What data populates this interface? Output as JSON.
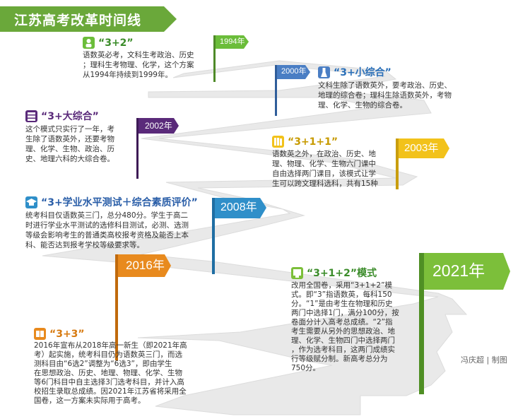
{
  "title": "江苏高考改革时间线",
  "colors": {
    "title_banner": "#6aa83a",
    "road": "#e6e6e6",
    "flag_1994": "#6bbd3a",
    "flag_2000": "#4a7ec4",
    "flag_2002": "#5a2a7a",
    "flag_2003": "#f2c21b",
    "flag_2008": "#2f8fc9",
    "flag_2016": "#e88a1e",
    "flag_2021": "#7cbf3a",
    "entry_green": "#3b8c2a",
    "entry_blue": "#2a6fb8",
    "entry_purple": "#5a2a7a",
    "entry_gold": "#c79a00",
    "entry_navy": "#2a5ea8",
    "entry_orange": "#d77a10"
  },
  "flags": [
    {
      "year": "1994年"
    },
    {
      "year": "2000年"
    },
    {
      "year": "2002年"
    },
    {
      "year": "2003年"
    },
    {
      "year": "2008年"
    },
    {
      "year": "2016年"
    },
    {
      "year": "2021年"
    }
  ],
  "entries": [
    {
      "icon": "person-icon",
      "title": "“3+2”",
      "lines": [
        "语数英必考，文科生考政治、历史",
        "；理科生考物理、化学，这个方案",
        "从1994年持续到1999年。"
      ]
    },
    {
      "icon": "flask-icon",
      "title": "“3+小综合”",
      "lines": [
        "文科生除了语数英外，要考政治、历史、",
        "地理的综合卷；理科生除语数英外，考物",
        "理、化学、生物的综合卷。"
      ]
    },
    {
      "icon": "stack-icon",
      "title": "“3+大综合”",
      "lines": [
        "这个模式只实行了一年，考",
        "生除了语数英外，还要考物",
        "理、化学、生物、政治、历",
        "史、地理六科的大综合卷。"
      ]
    },
    {
      "icon": "books-icon",
      "title": "“3+1+1”",
      "lines": [
        "语数英之外，在政治、历史、地",
        "理、物理、化学、生物六门课中",
        "自由选择两门课目，该模式让学",
        "生可以跨文理科选科，共有15种"
      ]
    },
    {
      "icon": "graduation-cap-icon",
      "title": "“3+学业水平测试＋综合素质评价”",
      "lines": [
        "统考科目仅语数英三门，总分480分。学生于高二",
        "时进行学业水平测试的选修科目测试，必测、选测",
        "等级会影响考生的普通类高校报考资格及能否上本",
        "科、能否达到报考学校等级要求等。"
      ]
    },
    {
      "icon": "book-icon",
      "title": "“3+3”",
      "lines": [
        "2016年宣布从2018年高一新生（即2021年高",
        "考）起实施，统考科目仍为语数英三门，而选",
        "测科目由“6选2”调整为“6选3”，即由学生",
        "在思想政治、历史、地理、物理、化学、生物",
        "等6门科目中自主选择3门选考科目，并计入高",
        "校招生录取总成绩。因2021年江苏省将采用全",
        "国卷，这一方案未实际用于高考。"
      ]
    },
    {
      "icon": "certificate-icon",
      "title": "“3+1+2”模式",
      "lines": [
        "改用全国卷，采用“3+1+2”模",
        "式。即“3”指语数英，每科150",
        "分。“1”是由考生在物理和历史",
        "两门中选择1门，满分100分，按",
        "卷面分计入高考总成绩。“2”指",
        "考生需要从另外的思想政治、地",
        "理、化学、生物四门中选择两门",
        "，作为选考科目，这两门成绩实",
        "行等级赋分制。新高考总分为",
        "750分。"
      ]
    }
  ],
  "credit": "冯庆超 | 制图"
}
